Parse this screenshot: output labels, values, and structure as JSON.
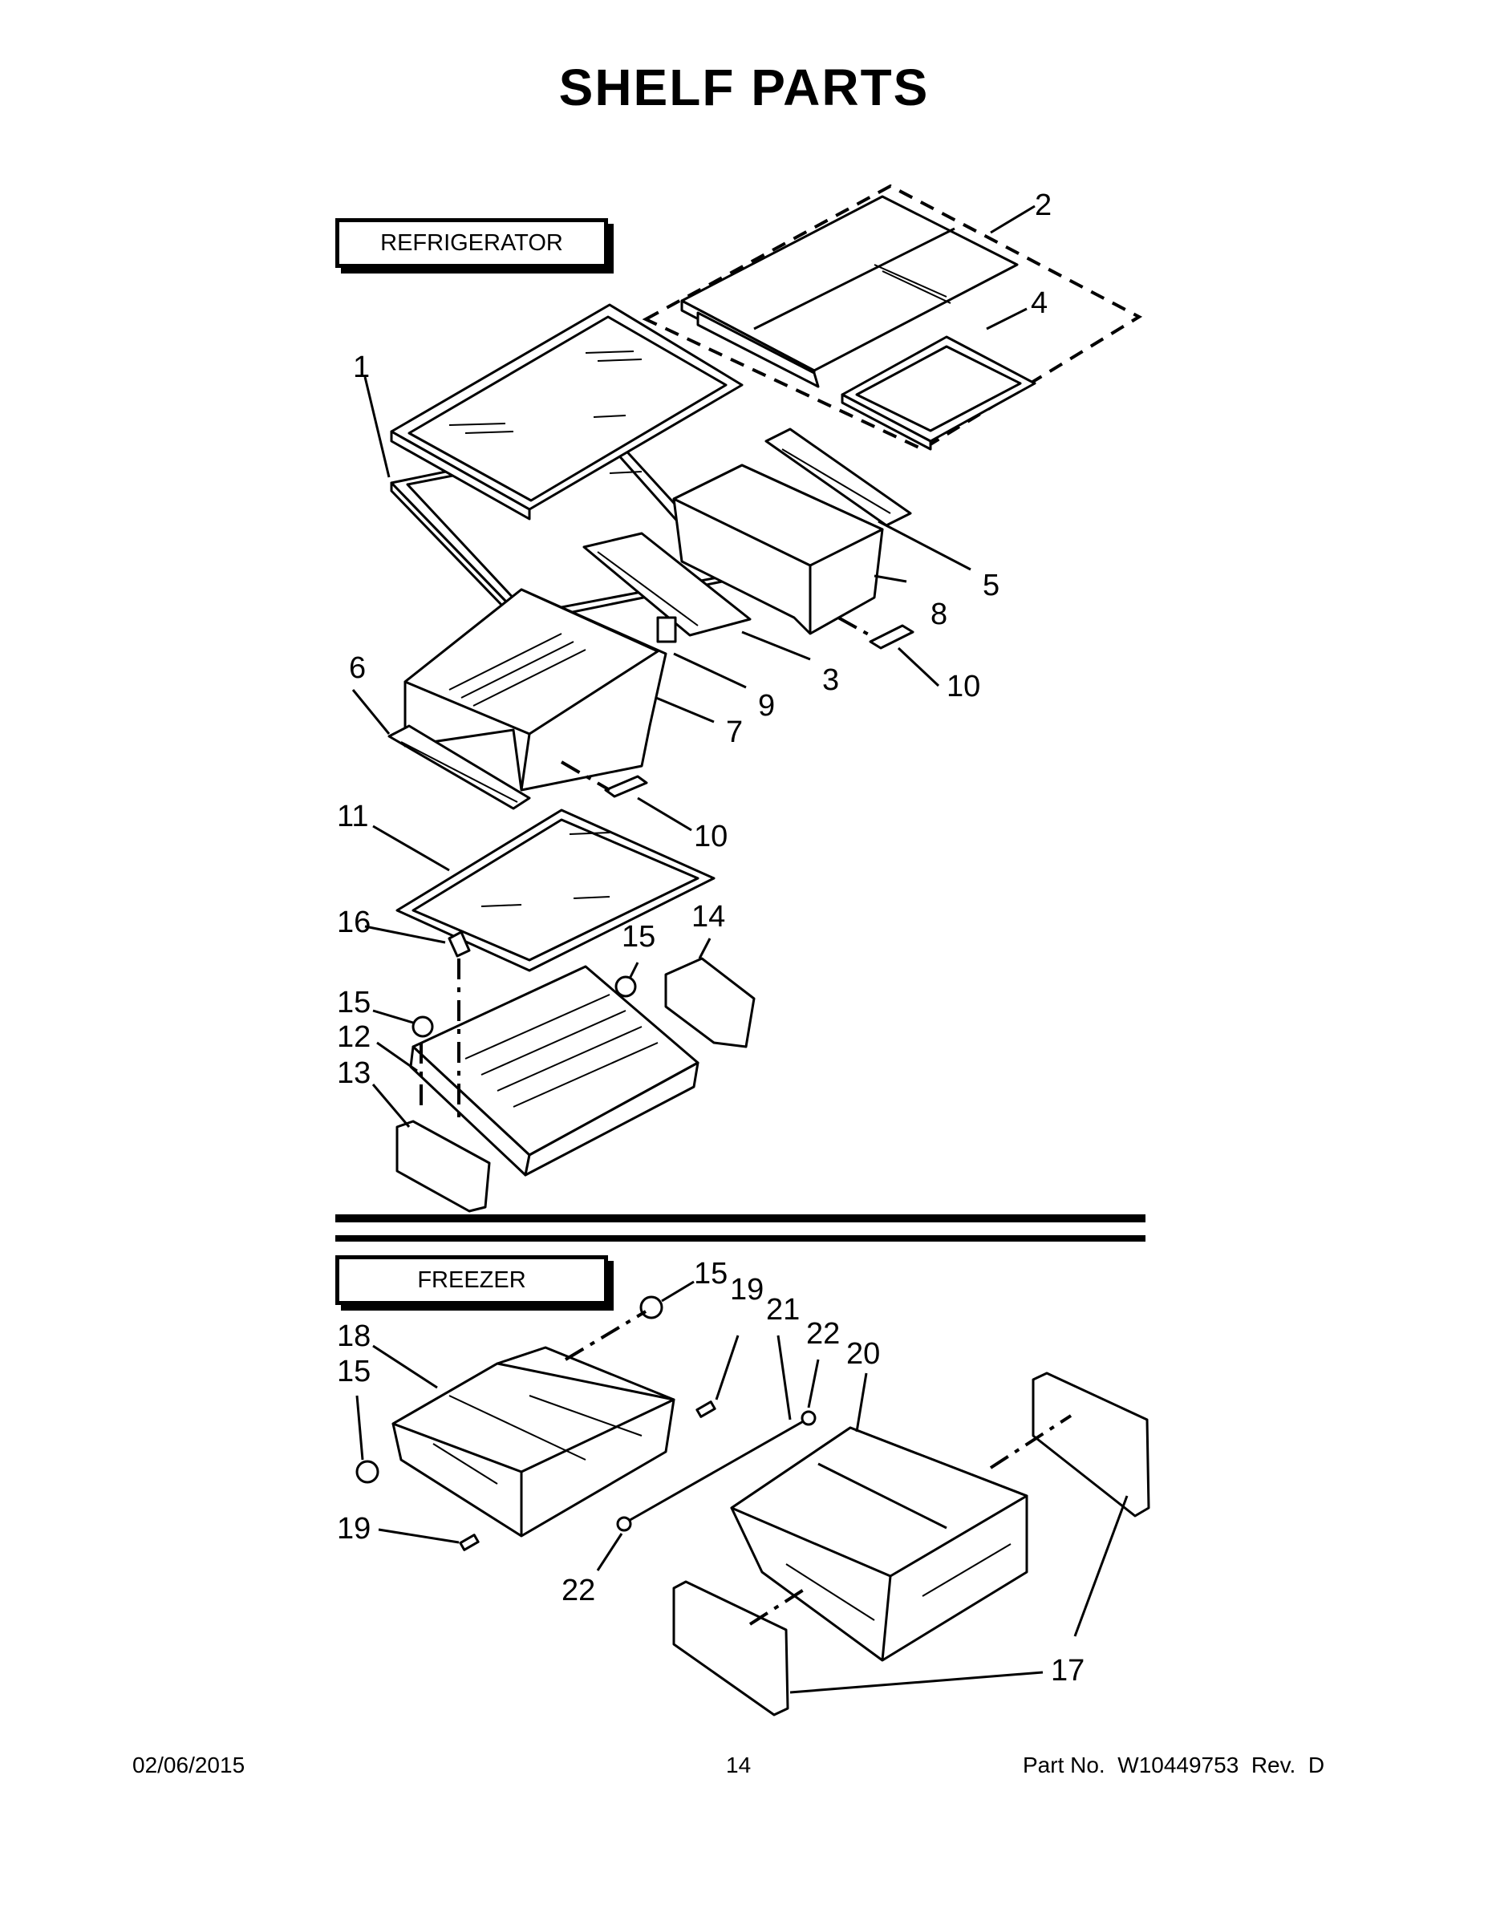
{
  "title": "SHELF PARTS",
  "sections": {
    "refrigerator": "REFRIGERATOR",
    "freezer": "FREEZER"
  },
  "callouts": {
    "c1": "1",
    "c2": "2",
    "c3": "3",
    "c4": "4",
    "c5": "5",
    "c6": "6",
    "c7": "7",
    "c8": "8",
    "c9": "9",
    "c10a": "10",
    "c10b": "10",
    "c11": "11",
    "c12": "12",
    "c13": "13",
    "c14": "14",
    "c15a": "15",
    "c15b": "15",
    "c16": "16",
    "c15c": "15",
    "c15d": "15",
    "c17": "17",
    "c18": "18",
    "c19a": "19",
    "c19b": "19",
    "c20": "20",
    "c21": "21",
    "c22a": "22",
    "c22b": "22"
  },
  "footer": {
    "date": "02/06/2015",
    "page": "14",
    "part_no": "Part No.  W10449753  Rev.  D"
  }
}
